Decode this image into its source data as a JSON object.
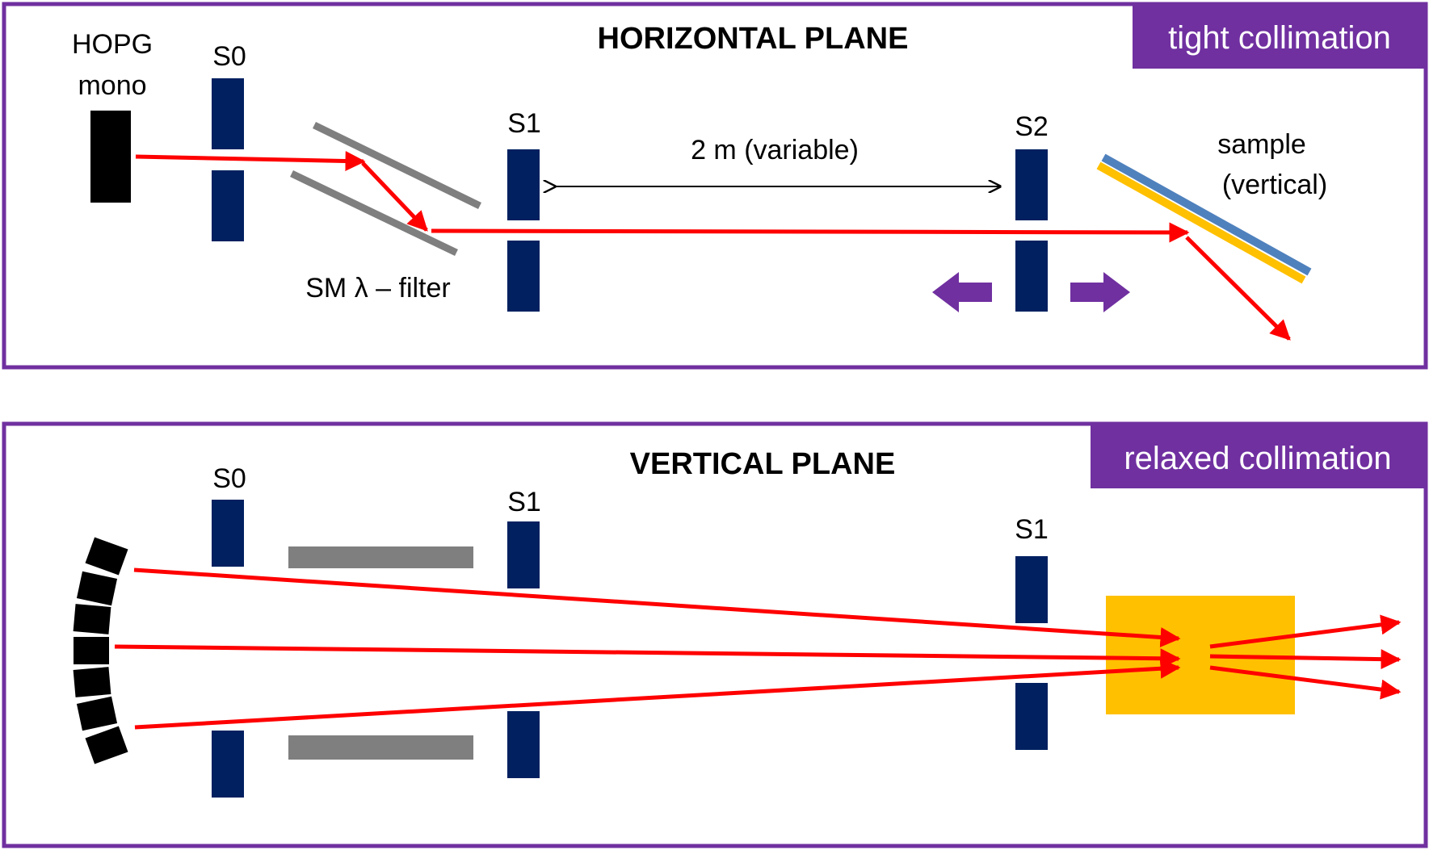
{
  "colors": {
    "frame": "#7030a0",
    "slit": "#002060",
    "beam": "#ff0000",
    "guide": "#7f7f7f",
    "mono": "#000000",
    "sample_blue": "#4f81bd",
    "sample_yellow": "#ffc000",
    "badge": "#7030a0",
    "move_arrow": "#7030a0"
  },
  "horizontal": {
    "title": "HORIZONTAL PLANE",
    "badge": "tight collimation",
    "mono_label_line1": "HOPG",
    "mono_label_line2": "mono",
    "slit_s0": "S0",
    "slit_s1": "S1",
    "slit_s2": "S2",
    "filter_label": "SM λ – filter",
    "distance_label": "2 m (variable)",
    "sample_label_line1": "sample",
    "sample_label_line2": "(vertical)"
  },
  "vertical": {
    "title": "VERTICAL PLANE",
    "badge": "relaxed collimation",
    "slit_s0": "S0",
    "slit_s1": "S1",
    "slit_s1_far": "S1"
  }
}
